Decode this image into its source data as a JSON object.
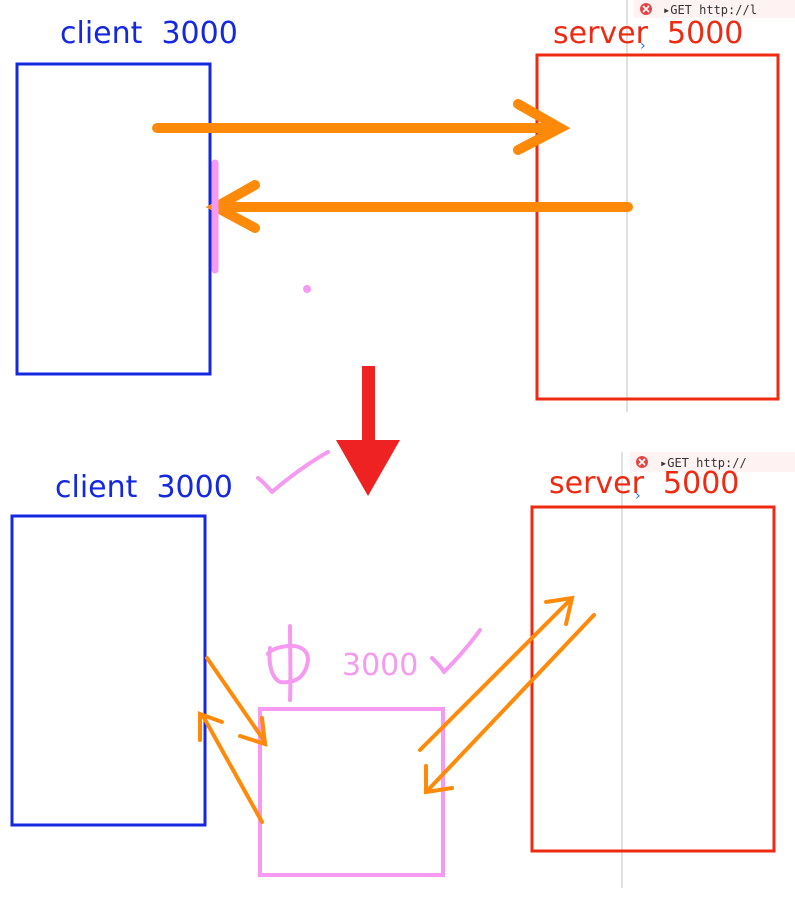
{
  "colors": {
    "client": "#1428e0",
    "server": "#ee2a12",
    "arrow": "#ff8a0a",
    "proxy": "#f59af0",
    "red_arrow": "#ee2222",
    "devtools_line": "#d6d6d6",
    "error_icon": "#e24747"
  },
  "top": {
    "client_label": "client  3000",
    "server_label": "server  5000",
    "devtools_request": "▸GET http://l"
  },
  "bottom": {
    "client_label": "client  3000",
    "server_label": "server  5000",
    "proxy_label": "3000",
    "devtools_request": "▸GET http://"
  }
}
